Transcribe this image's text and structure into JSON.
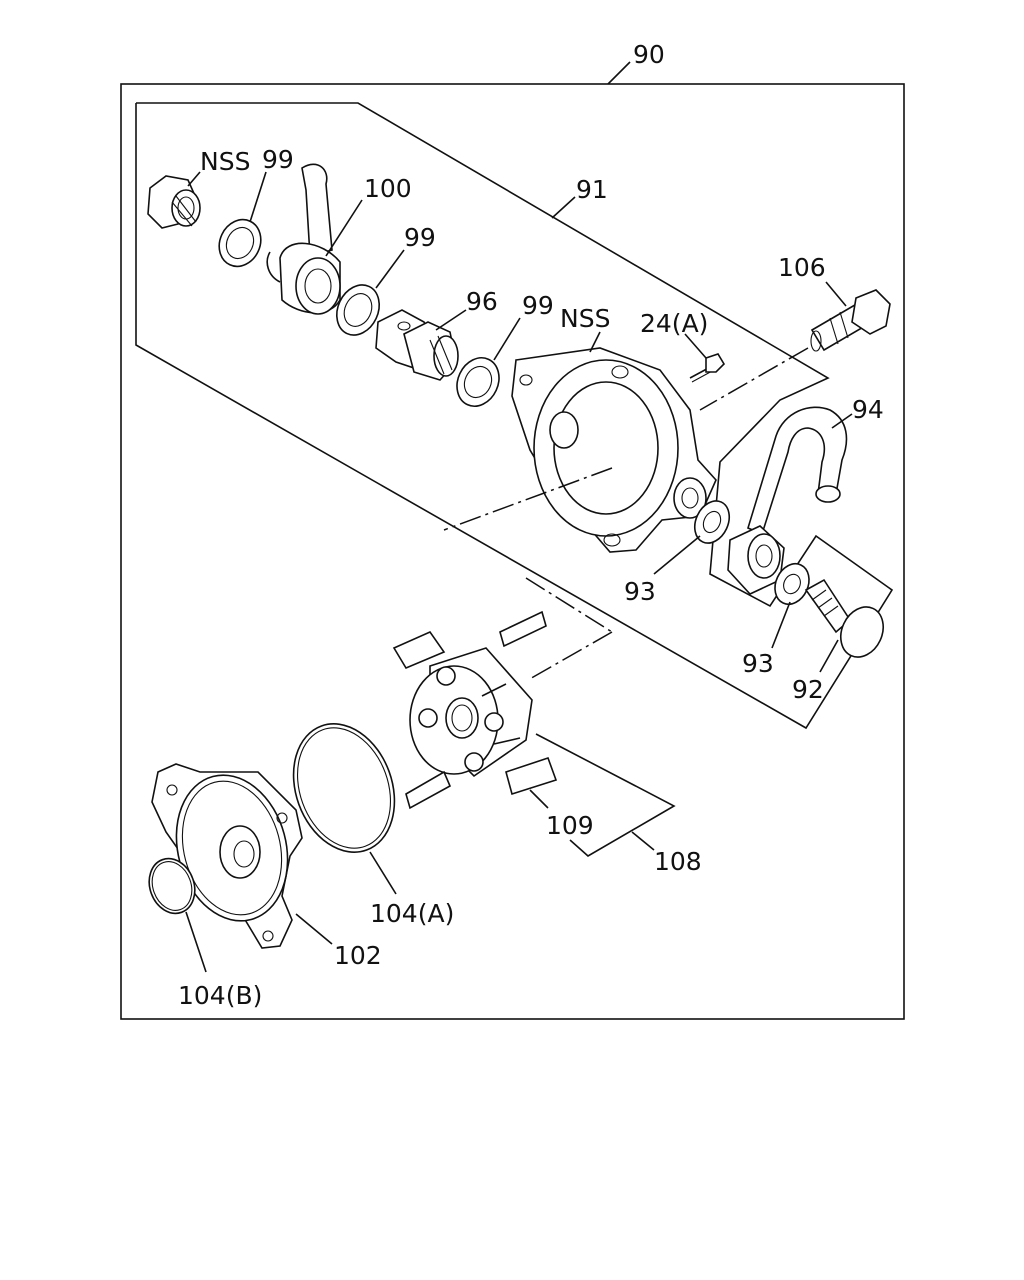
{
  "labels": {
    "assembly": "90",
    "housing": "91",
    "bolt_92": "92",
    "washer_93_upper": "93",
    "washer_93_lower": "93",
    "pipe": "94",
    "fitting": "96",
    "washer_99_a": "99",
    "washer_99_b": "99",
    "washer_99_c": "99",
    "connector": "100",
    "cover": "102",
    "oring_a": "104(A)",
    "oring_b": "104(B)",
    "bolt_106": "106",
    "rotor_kit": "108",
    "vane": "109",
    "screw": "24(A)",
    "nss_plug": "NSS",
    "nss_housing": "NSS"
  }
}
